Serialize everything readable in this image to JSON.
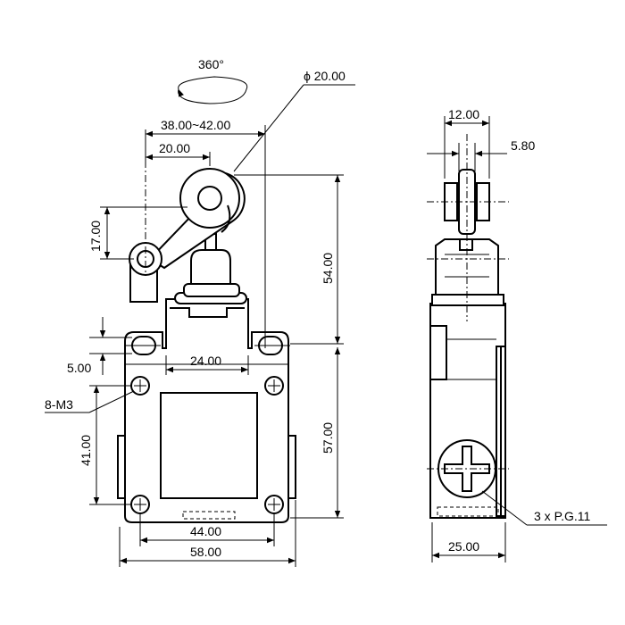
{
  "labels": {
    "rotation": "360°",
    "roller_dia": "ϕ 20.00",
    "arm_range": "38.00~42.00",
    "arm_offset": "20.00",
    "arm_drop": "17.00",
    "upper_height": "54.00",
    "hole_offset": "5.00",
    "plunger_width": "24.00",
    "screws": "8-M3",
    "mount_height": "41.00",
    "body_height": "57.00",
    "mount_width": "44.00",
    "body_width": "58.00",
    "side_width_top": "12.00",
    "side_gap": "5.80",
    "conduit": "3 x P.G.11",
    "side_depth": "25.00"
  },
  "colors": {
    "line": "#000000",
    "background": "#ffffff"
  }
}
